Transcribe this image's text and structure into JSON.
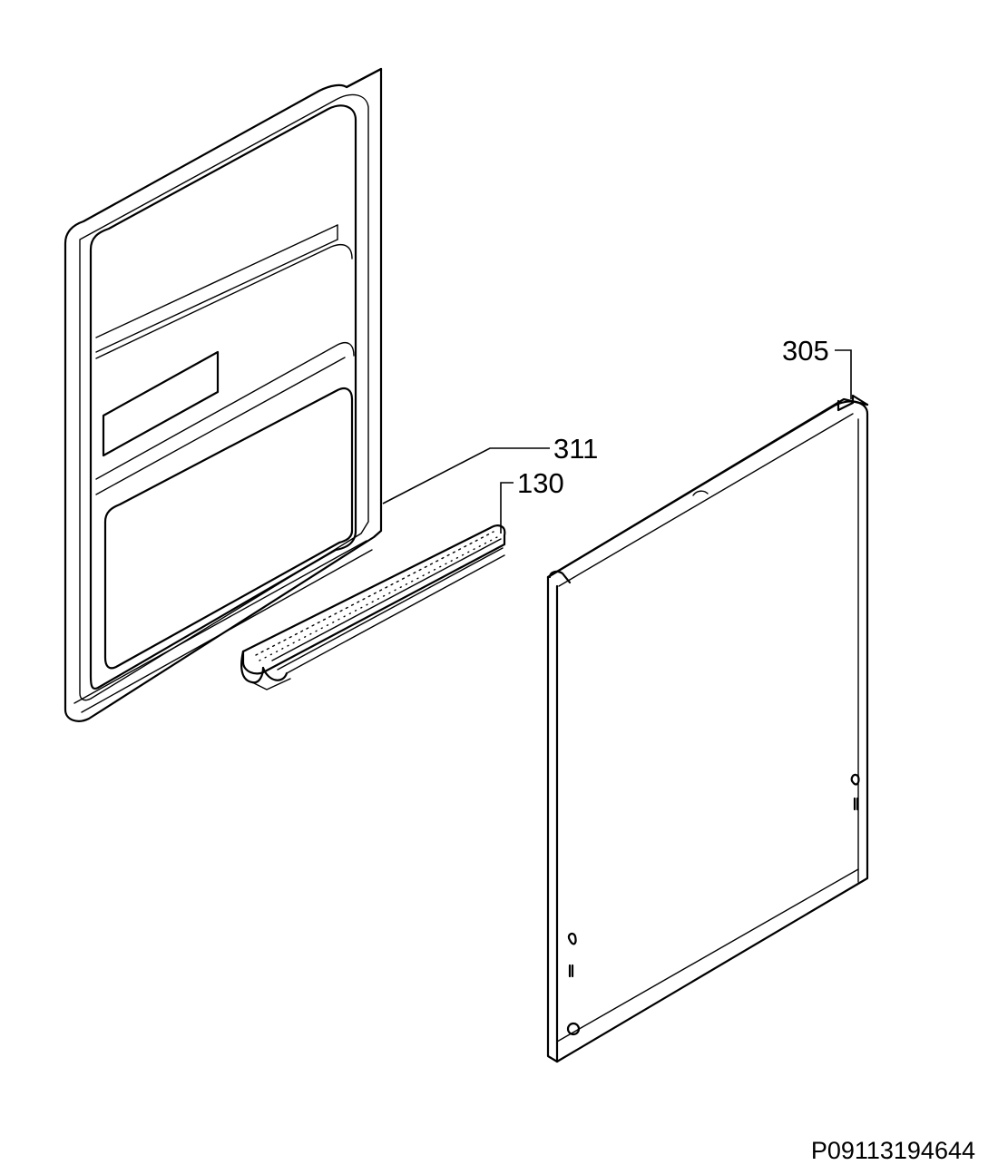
{
  "labels": {
    "inner_door": "311",
    "seal": "130",
    "outer_panel": "305"
  },
  "drawing_code": "P09113194644"
}
